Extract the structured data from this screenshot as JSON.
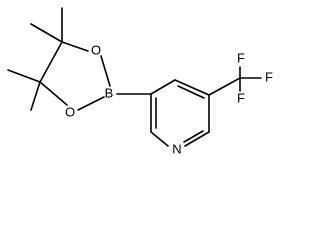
{
  "molecule": {
    "atoms": {
      "o_top": "O",
      "o_bottom": "O",
      "boron": "B",
      "nitrogen": "N",
      "fluorine_top": "F",
      "fluorine_right": "F",
      "fluorine_bottom": "F"
    }
  }
}
